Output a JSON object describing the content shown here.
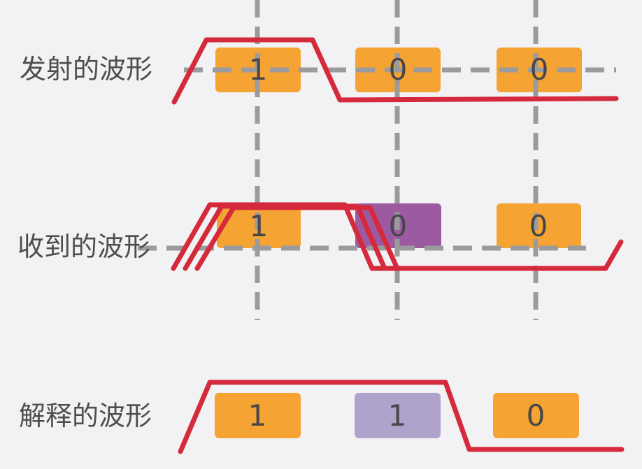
{
  "colors": {
    "background": "#F2F2F4",
    "box_orange": "#F5A333",
    "box_purple": "#9C5BA1",
    "box_light_purple": "#AFA3CC",
    "waveform_red": "#D42A3C",
    "dash_gray": "#9B9B9D",
    "digit": "#47474B",
    "label": "#4D4E50"
  },
  "rows": [
    {
      "label": "发射的波形",
      "bits": [
        "1",
        "0",
        "0"
      ]
    },
    {
      "label": "收到的波形",
      "bits": [
        "1",
        "0",
        "0"
      ]
    },
    {
      "label": "解释的波形",
      "bits": [
        "1",
        "1",
        "0"
      ]
    }
  ]
}
